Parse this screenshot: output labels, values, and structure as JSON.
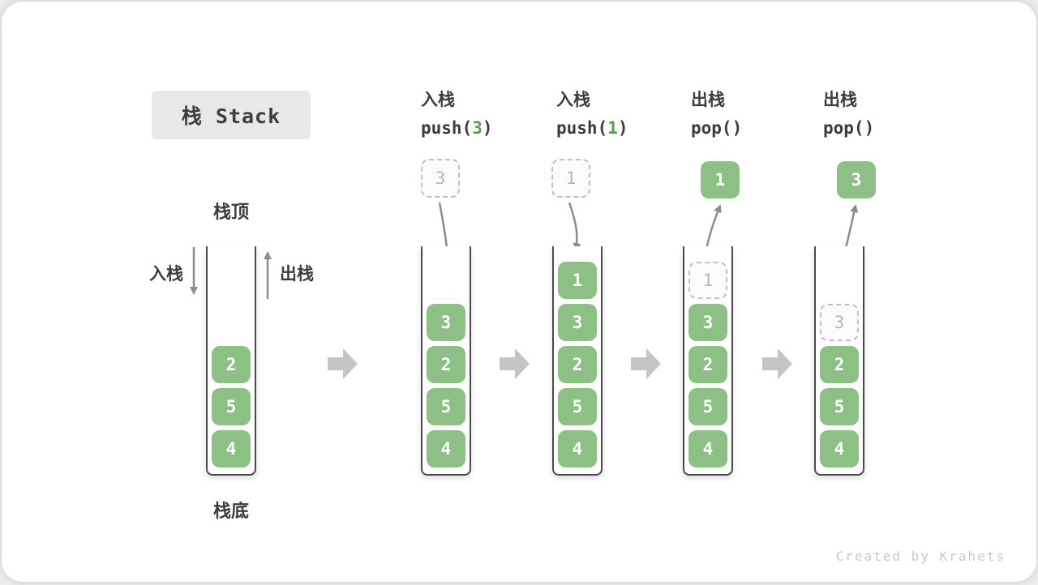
{
  "title": "栈 Stack",
  "first_stack": {
    "top_label": "栈顶",
    "bottom_label": "栈底",
    "push_label": "入栈",
    "pop_label": "出栈"
  },
  "operations": [
    {
      "label": "入栈",
      "code_pre": "push(",
      "code_arg": "3",
      "code_post": ")",
      "float_value": "3"
    },
    {
      "label": "入栈",
      "code_pre": "push(",
      "code_arg": "1",
      "code_post": ")",
      "float_value": "1"
    },
    {
      "label": "出栈",
      "code_pre": "pop()",
      "code_arg": "",
      "code_post": "",
      "float_value": "1"
    },
    {
      "label": "出栈",
      "code_pre": "pop()",
      "code_arg": "",
      "code_post": "",
      "float_value": "3"
    }
  ],
  "stacks": [
    {
      "cells": [
        {
          "value": "2"
        },
        {
          "value": "5"
        },
        {
          "value": "4"
        }
      ]
    },
    {
      "cells": [
        {
          "value": "3"
        },
        {
          "value": "2"
        },
        {
          "value": "5"
        },
        {
          "value": "4"
        }
      ]
    },
    {
      "cells": [
        {
          "value": "1"
        },
        {
          "value": "3"
        },
        {
          "value": "2"
        },
        {
          "value": "5"
        },
        {
          "value": "4"
        }
      ]
    },
    {
      "cells": [
        {
          "value": "1",
          "ghost": true
        },
        {
          "value": "3"
        },
        {
          "value": "2"
        },
        {
          "value": "5"
        },
        {
          "value": "4"
        }
      ]
    },
    {
      "cells": [
        {
          "value": "3",
          "ghost": true
        },
        {
          "value": "2"
        },
        {
          "value": "5"
        },
        {
          "value": "4"
        }
      ]
    }
  ],
  "colors": {
    "green": "#8CC084",
    "code-green": "#55A14E",
    "ghost-border": "#C1C1C1",
    "ghost-text": "#B5B5B5",
    "arrow-gray": "#8C8C8C",
    "block-arrow": "#C4C4C4"
  },
  "watermark": "Created by Krahets"
}
